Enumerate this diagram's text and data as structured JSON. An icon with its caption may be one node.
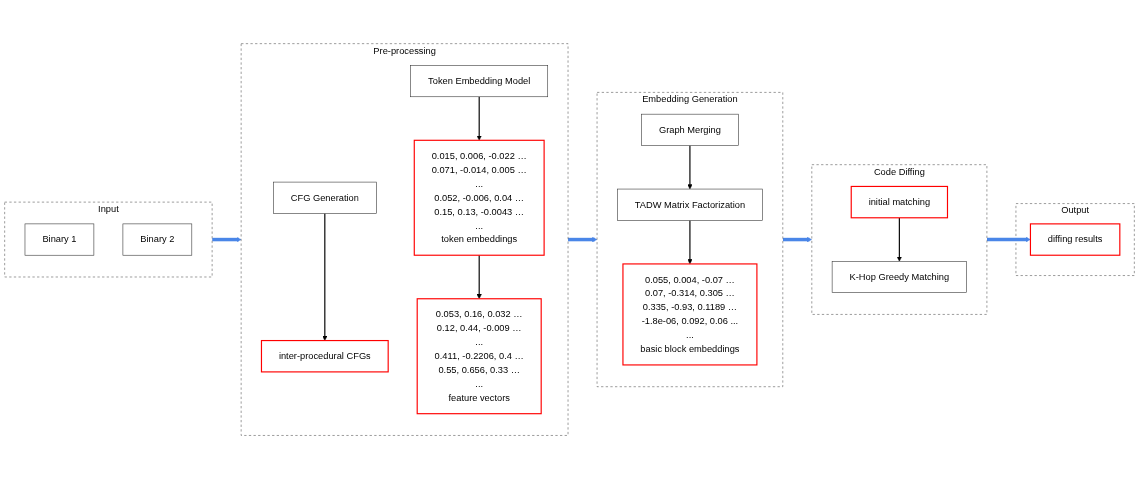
{
  "diagram": {
    "nodes": [
      {
        "text": [
          "Input"
        ]
      },
      {
        "text": [
          "Binary 1"
        ],
        "in": 0
      },
      {
        "text": [
          "Binary 2"
        ],
        "in": 0
      },
      {
        "text": [
          "Pre-processing"
        ]
      },
      {
        "text": [
          "CFG Generation"
        ],
        "in": 3
      },
      {
        "text": [
          "inter-procedural CFGs"
        ],
        "in": 3
      },
      {
        "text": [
          "Token Embedding Model"
        ],
        "in": 3
      },
      {
        "text": [
          "0.015, 0.006, -0.022 …",
          "0.071, -0.014, 0.005 …",
          "...",
          "0.052, -0.006, 0.04 …",
          "0.15, 0.13, -0.0043 …",
          "...",
          "token embeddings"
        ],
        "in": 3
      },
      {
        "text": [
          "0.053, 0.16, 0.032 …",
          "0.12, 0.44, -0.009 …",
          "...",
          "0.411, -0.2206, 0.4 …",
          "0.55, 0.656, 0.33 …",
          "...",
          "feature vectors"
        ],
        "in": 3
      },
      {
        "text": [
          "Embedding Generation"
        ]
      },
      {
        "text": [
          "Graph Merging"
        ],
        "in": 9
      },
      {
        "text": [
          "TADW Matrix Factorization"
        ],
        "in": 9
      },
      {
        "text": [
          "0.055, 0.004, -0.07 …",
          "0.07, -0.314, 0.305 …",
          "0.335, -0.93, 0.1189 …",
          "-1.8e-06, 0.092, 0.06 ...",
          "...",
          "basic block embeddings"
        ],
        "in": 9
      },
      {
        "text": [
          "Code Diffing"
        ]
      },
      {
        "text": [
          "initial matching"
        ],
        "in": 13
      },
      {
        "text": [
          "K-Hop Greedy Matching"
        ],
        "in": 13
      },
      {
        "text": [
          "Output"
        ]
      },
      {
        "text": [
          "diffing results"
        ],
        "in": 16
      }
    ],
    "edges": [
      {
        "from": 0,
        "to": 3,
        "arrow": "to",
        "style": "thick",
        "color": "#4a86e8"
      },
      {
        "from": 4,
        "to": 5,
        "arrow": "to"
      },
      {
        "from": 6,
        "to": 7,
        "arrow": "to"
      },
      {
        "from": 7,
        "to": 8,
        "arrow": "to"
      },
      {
        "from": 3,
        "to": 9,
        "arrow": "to",
        "style": "thick",
        "color": "#4a86e8"
      },
      {
        "from": 10,
        "to": 11,
        "arrow": "to"
      },
      {
        "from": 11,
        "to": 12,
        "arrow": "to"
      },
      {
        "from": 9,
        "to": 13,
        "arrow": "to",
        "style": "thick",
        "color": "#4a86e8"
      },
      {
        "from": 14,
        "to": 15,
        "arrow": "to"
      },
      {
        "from": 13,
        "to": 17,
        "arrow": "to",
        "style": "thick",
        "color": "#4a86e8"
      }
    ]
  }
}
